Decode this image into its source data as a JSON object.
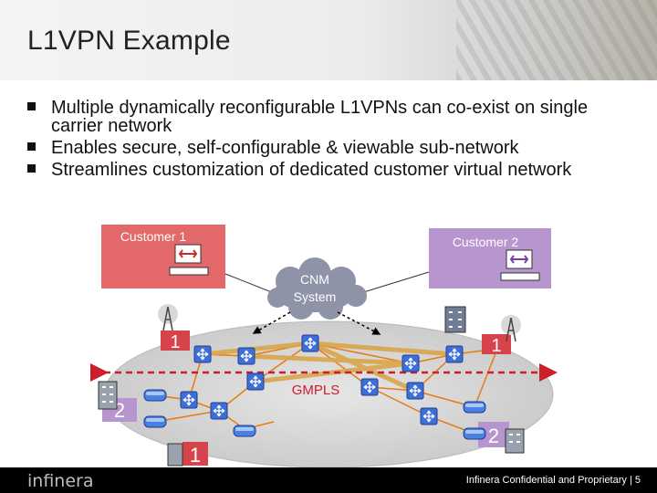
{
  "slide": {
    "title": "L1VPN Example",
    "bullets": [
      "Multiple dynamically reconfigurable L1VPNs can co-exist on single carrier network",
      "Enables secure, self-configurable & viewable sub-network",
      "Streamlines customization of dedicated customer virtual network"
    ]
  },
  "diagram": {
    "customer1_label": "Customer 1",
    "customer2_label": "Customer 2",
    "cnm_line1": "CNM",
    "cnm_line2": "System",
    "gmpls_label": "GMPLS",
    "site_labels": [
      "1",
      "1",
      "2",
      "1",
      "2"
    ],
    "colors": {
      "customer1": "#e2686a",
      "customer2": "#b795cf",
      "node": "#3d6fd6",
      "vpn_link": "#d9a64a",
      "fiber": "#e87a10",
      "arrow": "#cc1f2a",
      "site_box": "#d6434a"
    }
  },
  "footer": {
    "logo": "infinera",
    "confidential": "Infinera Confidential and Proprietary  |  5"
  }
}
